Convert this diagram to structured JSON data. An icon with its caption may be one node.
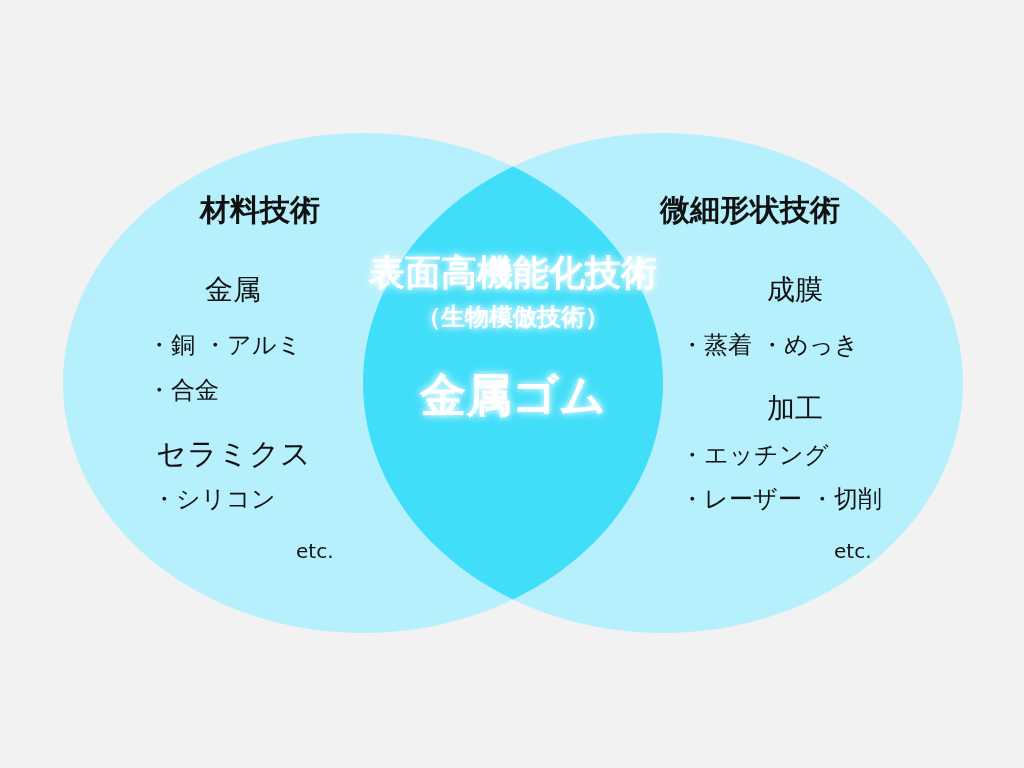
{
  "diagram": {
    "nodes": [
      {
        "text": [
          "材料技術",
          "金属",
          "・銅 ・アルミ",
          "・合金",
          "セラミクス",
          "・シリコン",
          "etc."
        ]
      },
      {
        "text": [
          "微細形状技術",
          "成膜",
          "・蒸着 ・めっき",
          "加工",
          "・エッチング",
          "・レーザー ・切削",
          "etc."
        ]
      },
      {
        "text": [
          "表面高機能化技術",
          "（生物模倣技術）",
          "金属ゴム"
        ]
      }
    ]
  }
}
